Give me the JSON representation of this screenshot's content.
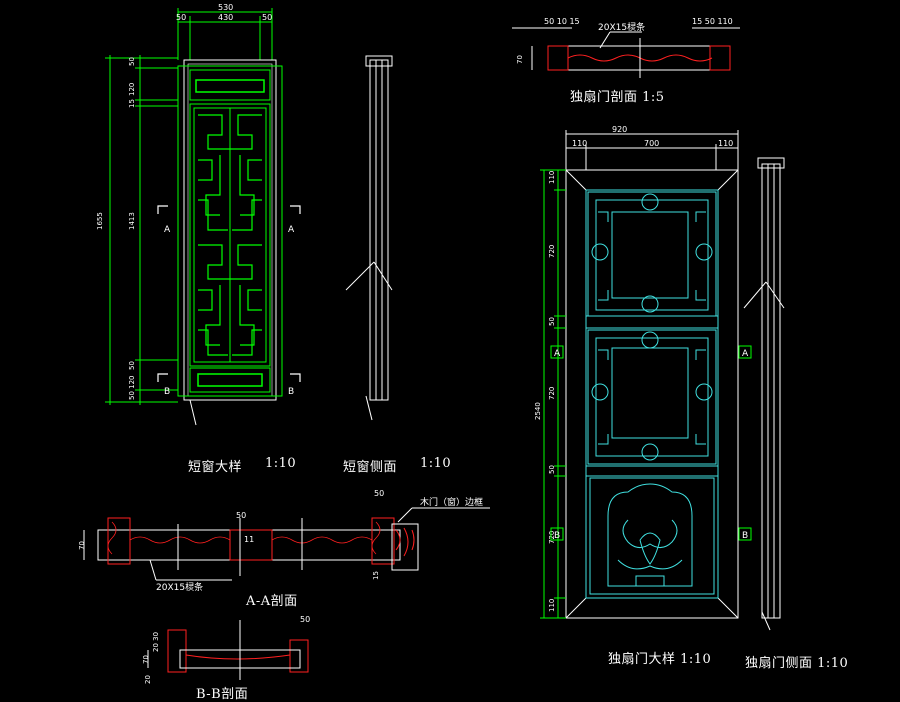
{
  "titles": {
    "short_window_detail": "短窗大样",
    "short_window_detail_scale": "1:10",
    "short_window_side": "短窗侧面",
    "short_window_side_scale": "1:10",
    "single_door_section": "独扇门剖面 1:5",
    "single_door_detail": "独扇门大样 1:10",
    "single_door_side": "独扇门侧面 1:10",
    "section_aa": "A-A剖面",
    "section_bb": "B-B剖面"
  },
  "notes": {
    "lattice_bar": "20X15棂条",
    "lattice_bar_top": "20X15棂条",
    "door_frame_edge": "木门（窗）边框"
  },
  "dims": {
    "win_total_width": "530",
    "win_inner_width": "430",
    "win_side_50": "50",
    "win_total_height": "1655",
    "win_inner_height": "1413",
    "win_top_50": "50",
    "win_top_120": "120",
    "win_top_15": "15",
    "win_bot_50": "50",
    "win_bot_120": "50 120",
    "door_total_width": "920",
    "door_inner_width": "700",
    "door_side_110": "110",
    "door_height": "2540",
    "door_seg_720_top": "720",
    "door_seg_50_a": "50",
    "door_seg_720_mid": "720",
    "door_seg_50_b": "50",
    "door_seg_720_bot": "720",
    "door_seg_110_top": "110",
    "door_seg_110_bot": "110",
    "sect_50": "50",
    "sect_70": "70",
    "sect_15": "15",
    "sect_1015": "50 10 15",
    "sect_110": "15 50 110",
    "aa_50": "50",
    "aa_70": "70",
    "aa_50_right": "50",
    "aa_11": "11",
    "aa_15": "15",
    "bb_50": "50",
    "bb_70": "70",
    "bb_30": "20 30",
    "bb_20": "20"
  },
  "section_markers": {
    "a": "A",
    "b": "B"
  }
}
